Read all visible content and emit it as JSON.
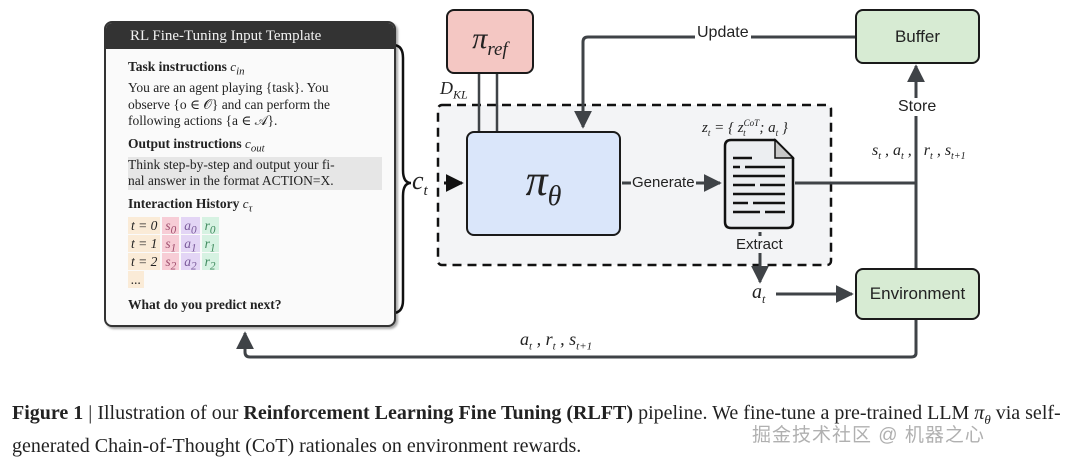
{
  "template": {
    "title": "RL Fine-Tuning Input Template",
    "task": {
      "heading": "Task instructions",
      "symbol": "c",
      "symbol_sub": "in",
      "lines": [
        "You are an agent playing {task}. You",
        "observe {o ∈ 𝒪} and can perform the",
        "following actions {a ∈ 𝒜}."
      ]
    },
    "output": {
      "heading": "Output instructions",
      "symbol": "c",
      "symbol_sub": "out",
      "lines": [
        "Think step-by-step and output your fi-",
        "nal answer in the format ACTION=X."
      ]
    },
    "history": {
      "heading": "Interaction History",
      "symbol": "c",
      "symbol_sub": "τ",
      "rows": [
        {
          "t": "t = 0",
          "s": "s",
          "a": "a",
          "r": "r",
          "i": "0"
        },
        {
          "t": "t = 1",
          "s": "s",
          "a": "a",
          "r": "r",
          "i": "1"
        },
        {
          "t": "t = 2",
          "s": "s",
          "a": "a",
          "r": "r",
          "i": "2"
        }
      ],
      "ellipsis": "..."
    },
    "question": "What do you predict next?"
  },
  "nodes": {
    "pi_ref": {
      "main": "π",
      "sub": "ref",
      "color": "#f4c7c3"
    },
    "pi_theta": {
      "main": "π",
      "sub": "θ",
      "color": "#dae6fa"
    },
    "buffer": {
      "label": "Buffer",
      "color": "#d7ebd3"
    },
    "environment": {
      "label": "Environment",
      "color": "#d7ebd3"
    }
  },
  "labels": {
    "update": "Update",
    "store": "Store",
    "generate": "Generate",
    "extract": "Extract",
    "dkl_main": "D",
    "dkl_sub": "KL",
    "ct_main": "c",
    "ct_sub": "t",
    "zt": "z",
    "zt_sub": "t",
    "zt_eq": " = { z",
    "zt_sup": "CoT",
    "zt_sub2": "t",
    "zt_rest": " ; a",
    "zt_sub3": "t",
    "zt_close": " }",
    "transition": "s_t , a_t , r_t , s_{t+1}",
    "at_main": "a",
    "at_sub": "t",
    "feedback": "a_t , r_t , s_{t+1}"
  },
  "colors": {
    "arrow": "#3f4347",
    "dashed_bg": "#f3f4f6"
  },
  "caption": {
    "fig": "Figure 1",
    "sep": " | ",
    "p1": "Illustration of our ",
    "bold": "Reinforcement Learning Fine Tuning (RLFT)",
    "p2": " pipeline. We fine-tune a pre-trained LLM ",
    "pi": "π",
    "pisub": "θ",
    "p3": " via self-generated Chain-of-Thought (CoT) rationales on environment rewards."
  },
  "watermark": "掘金技术社区 @ 机器之心"
}
